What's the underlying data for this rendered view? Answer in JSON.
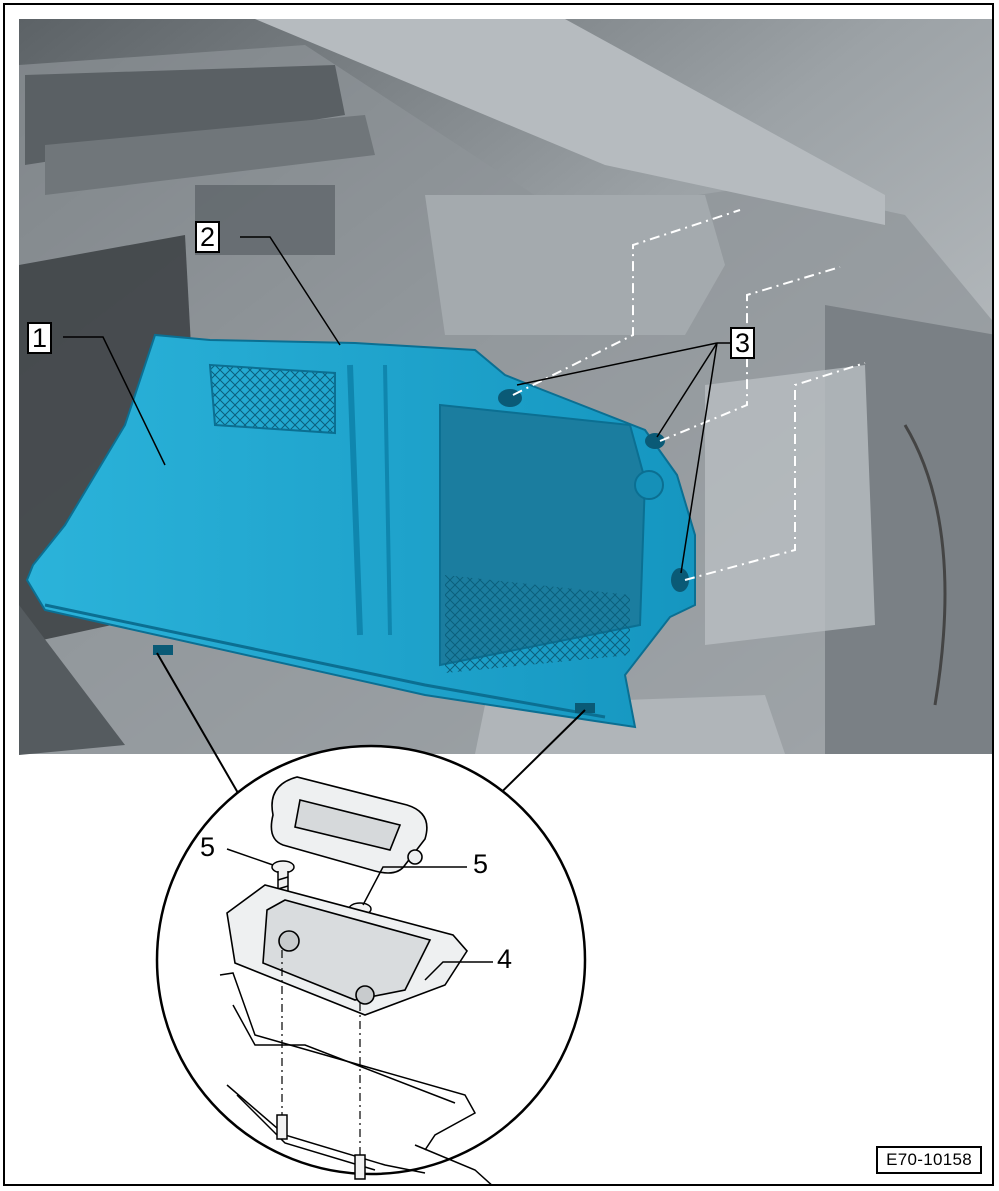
{
  "figure": {
    "id": "E70-10158",
    "colors": {
      "trim_panel": "#1aa6cf",
      "trim_panel_dark": "#0d7ea3",
      "vehicle_body": "#9aa0a5",
      "vehicle_body_dark": "#4f5559",
      "detail_line": "#000000"
    },
    "callouts": [
      {
        "label": "1",
        "part": "trunk-side-trim-panel"
      },
      {
        "label": "2",
        "part": "trim-panel-upper-edge"
      },
      {
        "label": "3",
        "part": "retaining-clips"
      },
      {
        "label": "4",
        "part": "lashing-eye-bracket"
      },
      {
        "label": "5",
        "part": "screws"
      },
      {
        "label": "5",
        "part": "screws"
      }
    ]
  }
}
